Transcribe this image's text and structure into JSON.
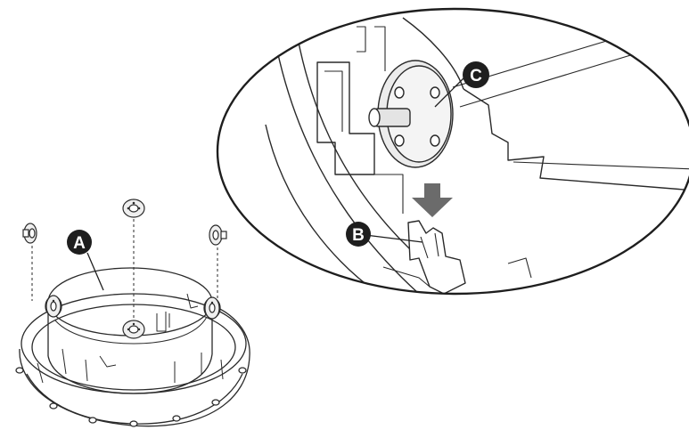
{
  "callouts": {
    "a": "A",
    "b": "B",
    "c": "C"
  },
  "colors": {
    "line": "#2a2a2a",
    "callout_fill": "#1e1e1e",
    "callout_text": "#ffffff",
    "arrow": "#6b6b6b",
    "part_fill": "#efefef",
    "background": "#ffffff"
  },
  "icons": {
    "insert_direction": "down-arrow-icon"
  }
}
